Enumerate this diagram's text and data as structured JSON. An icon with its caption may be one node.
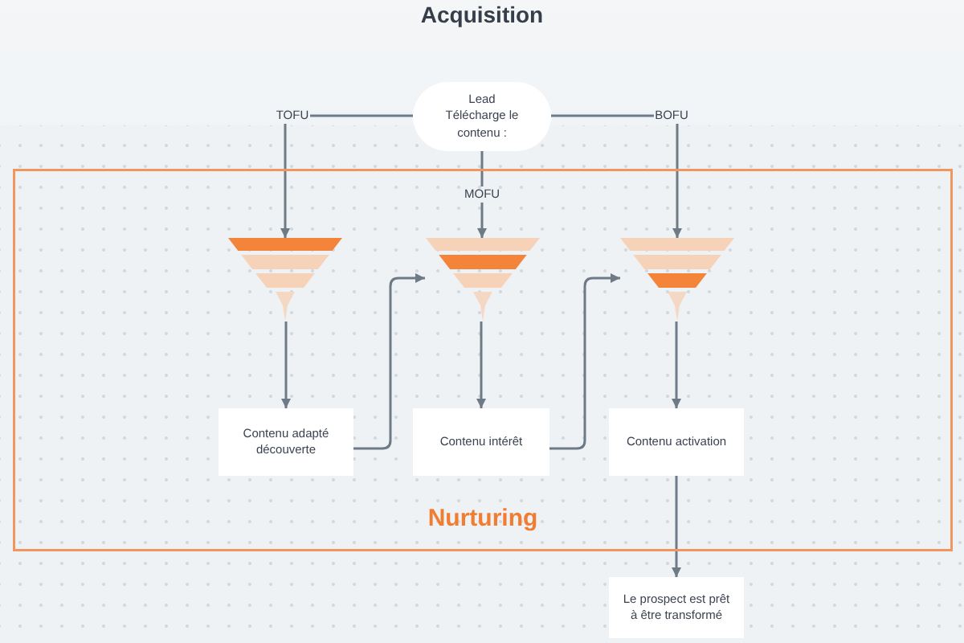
{
  "diagram": {
    "title": "Acquisition",
    "nodes": [
      {
        "text": [
          "Lead",
          "Télécharge le contenu :"
        ]
      },
      {
        "text": [
          "TOFU"
        ]
      },
      {
        "text": [
          "BOFU"
        ]
      },
      {
        "text": [
          "Nurturing"
        ]
      },
      {
        "text": [
          "MOFU"
        ],
        "in": 3
      },
      {
        "text": [],
        "shape": "funnel",
        "in": 3
      },
      {
        "text": [],
        "shape": "funnel",
        "in": 3
      },
      {
        "text": [],
        "shape": "funnel",
        "in": 3
      },
      {
        "text": [
          "Contenu adapté découverte"
        ],
        "in": 3
      },
      {
        "text": [
          "Contenu intérêt"
        ],
        "in": 3
      },
      {
        "text": [
          "Contenu activation"
        ],
        "in": 3
      },
      {
        "text": [
          "Le prospect est prêt à être transformé"
        ]
      }
    ],
    "edges": [
      {
        "from": 0,
        "to": 1,
        "arrow": "none"
      },
      {
        "from": 1,
        "to": 5,
        "arrow": "to"
      },
      {
        "from": 0,
        "to": 2,
        "arrow": "none"
      },
      {
        "from": 2,
        "to": 7,
        "arrow": "to"
      },
      {
        "from": 0,
        "to": 4,
        "arrow": "none"
      },
      {
        "from": 4,
        "to": 6,
        "arrow": "to"
      },
      {
        "from": 5,
        "to": 8,
        "arrow": "to"
      },
      {
        "from": 8,
        "to": 6,
        "arrow": "to"
      },
      {
        "from": 6,
        "to": 9,
        "arrow": "to"
      },
      {
        "from": 9,
        "to": 7,
        "arrow": "to"
      },
      {
        "from": 7,
        "to": 10,
        "arrow": "to"
      },
      {
        "from": 10,
        "to": 11,
        "arrow": "to"
      }
    ]
  }
}
